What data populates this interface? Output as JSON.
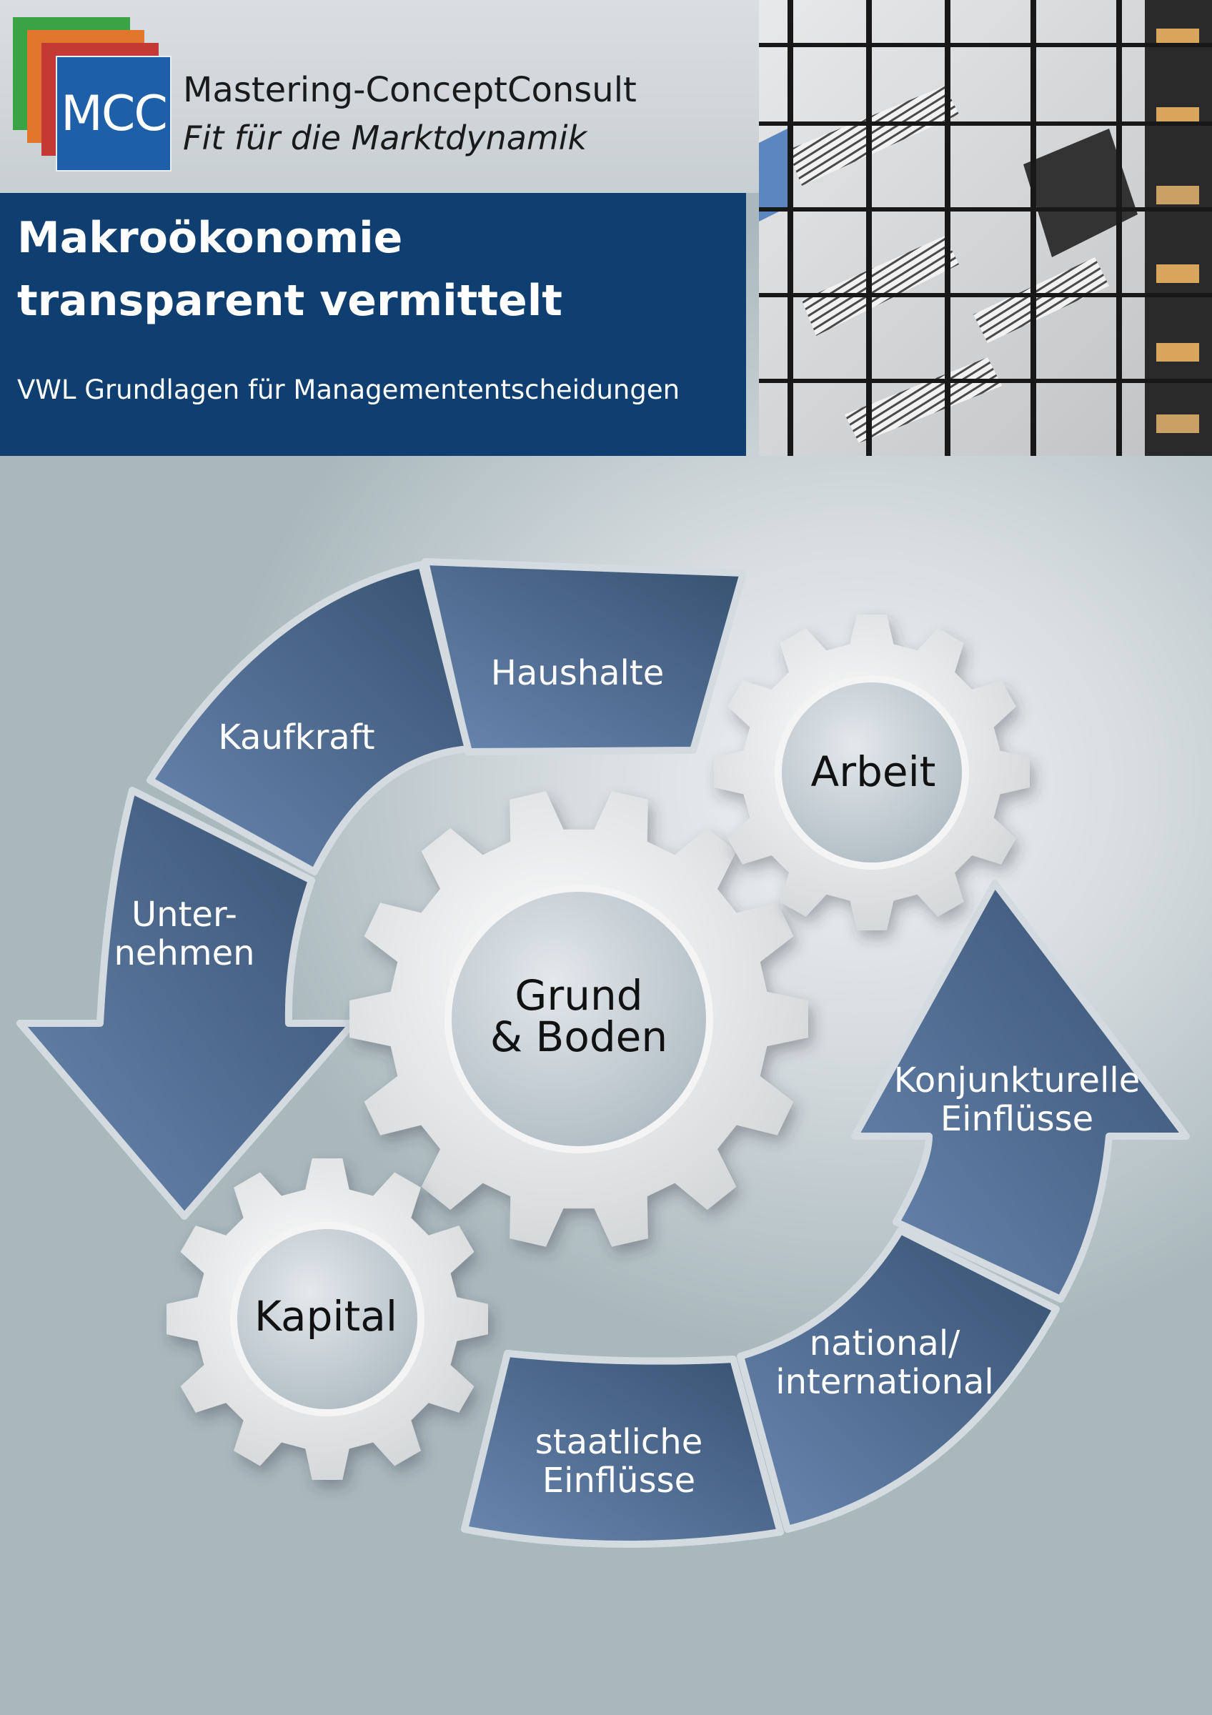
{
  "brand": {
    "logo_text": "MCC",
    "company": "Mastering-ConceptConsult",
    "tagline": "Fit für die Marktdynamik",
    "layer_colors": [
      "#3aa346",
      "#e2762c",
      "#c33a35",
      "#1d5fa8"
    ]
  },
  "header": {
    "title_line1": "Makroökonomie",
    "title_line2": "transparent vermittelt",
    "subtitle": "VWL Grundlagen für Managemententscheidungen"
  },
  "diagram": {
    "segments": [
      {
        "lines": [
          "Haushalte"
        ]
      },
      {
        "lines": [
          "Kaufkraft"
        ]
      },
      {
        "lines": [
          "Unter-",
          "nehmen"
        ]
      },
      {
        "lines": [
          "staatliche",
          "Einflüsse"
        ]
      },
      {
        "lines": [
          "national/",
          "international"
        ]
      },
      {
        "lines": [
          "Konjunkturelle",
          "Einflüsse"
        ]
      }
    ],
    "gears": [
      {
        "lines": [
          "Grund",
          "& Boden"
        ]
      },
      {
        "lines": [
          "Arbeit"
        ]
      },
      {
        "lines": [
          "Kapital"
        ]
      }
    ]
  },
  "icons": {
    "photo": "glass-facade-photo",
    "down_arrow": "arrow-down-icon",
    "up_arrow": "arrow-up-icon",
    "gear": "gear-icon"
  },
  "colors": {
    "title_panel": "#0f3e70",
    "segment_dark": "#36506f",
    "segment_light": "#6a87b1",
    "gear": "#e6e6e6"
  }
}
